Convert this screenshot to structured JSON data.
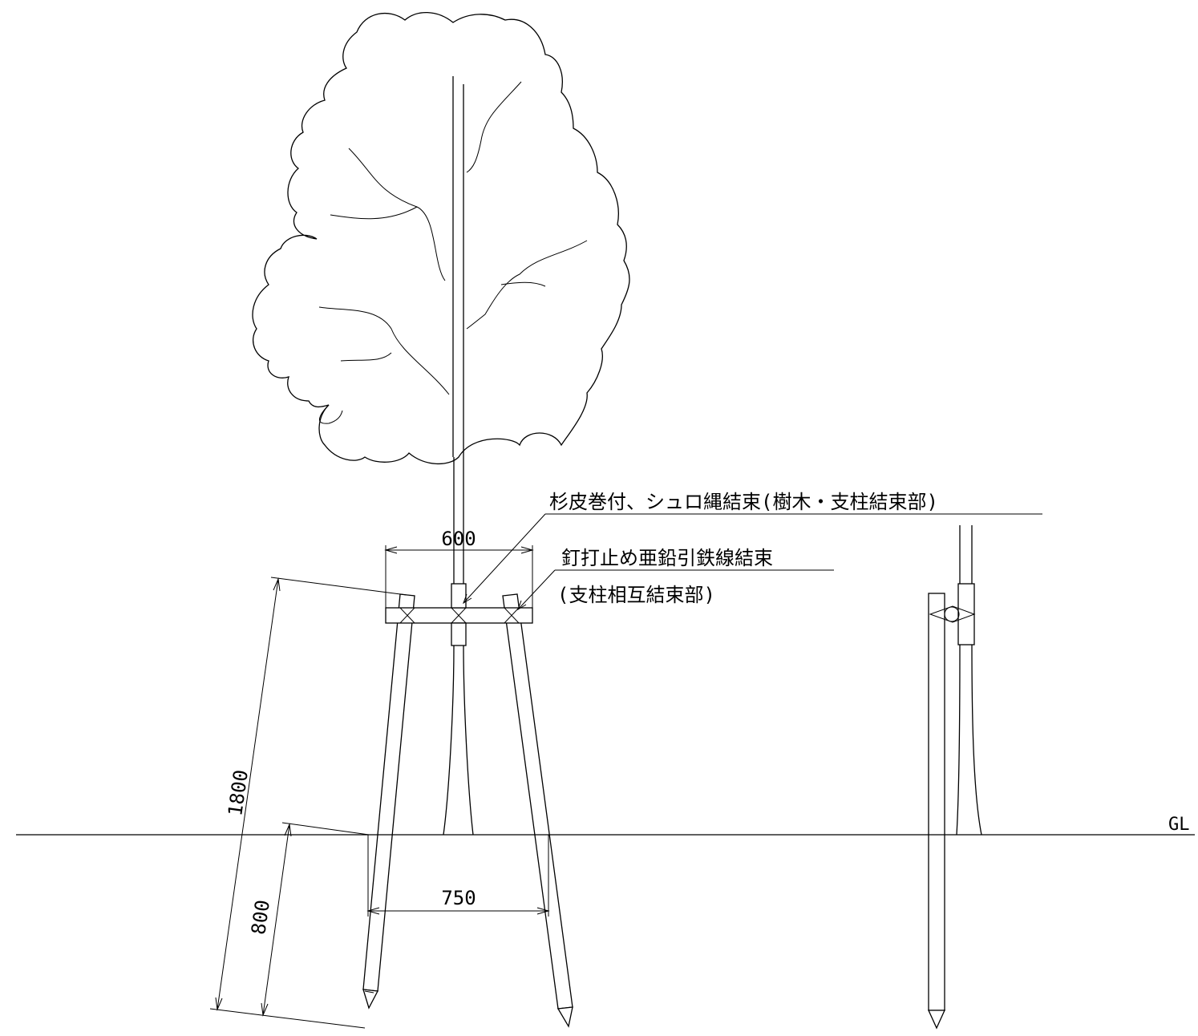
{
  "labels": {
    "binding_tree_post": "杉皮巻付、シュロ縄結束(樹木・支柱結束部)",
    "binding_posts_line1": "釘打止め亜鉛引鉄線結束",
    "binding_posts_line2": "(支柱相互結束部)",
    "ground_line": "GL"
  },
  "dimensions": {
    "crossbar_width": "600",
    "post_spread_at_ground": "750",
    "post_length": "1800",
    "embedment_depth": "800"
  }
}
